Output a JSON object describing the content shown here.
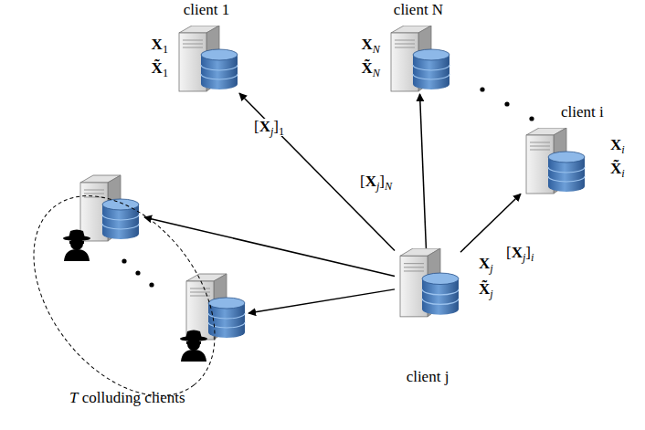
{
  "diagram": {
    "nodes": [
      {
        "text": [
          "client 1",
          "X1",
          "X̃1"
        ]
      },
      {
        "text": [
          "client N",
          "XN",
          "X̃N"
        ]
      },
      {
        "text": [
          "client i",
          "Xi",
          "X̃i"
        ]
      },
      {
        "text": [
          "T colluding clients"
        ]
      },
      {
        "text": [
          "client j",
          "Xj",
          "X̃j"
        ]
      }
    ],
    "edges": [
      {
        "from": 4,
        "to": 0,
        "arrow": "to",
        "label": "[Xj]1"
      },
      {
        "from": 4,
        "to": 1,
        "arrow": "to",
        "label": "[Xj]N"
      },
      {
        "from": 4,
        "to": 2,
        "arrow": "to",
        "label": "[Xj]i"
      },
      {
        "from": 4,
        "to": 3,
        "arrow": "to"
      },
      {
        "from": 4,
        "to": 3,
        "arrow": "to"
      }
    ]
  }
}
